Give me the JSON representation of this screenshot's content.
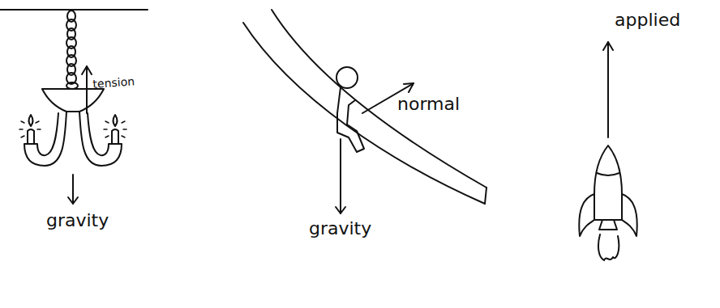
{
  "diagram": {
    "labels": [
      "tension",
      "gravity",
      "normal",
      "gravity",
      "applied"
    ]
  }
}
